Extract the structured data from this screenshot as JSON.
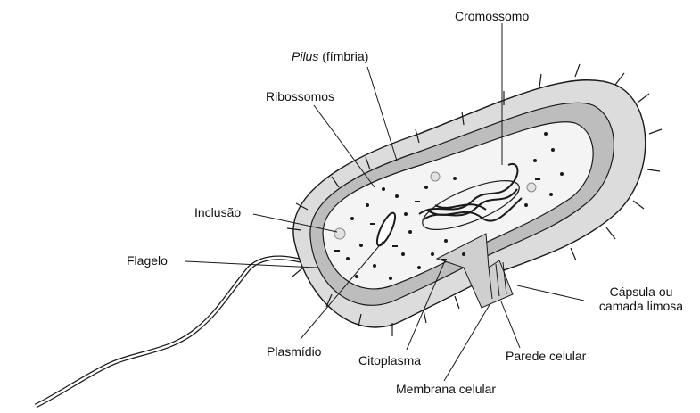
{
  "labels": {
    "cromossomo": "Cromossomo",
    "pilus_italic": "Pilus",
    "pilus_rest": " (fímbria)",
    "ribossomos": "Ribossomos",
    "inclusao": "Inclusão",
    "flagelo": "Flagelo",
    "capsula_line1": "Cápsula ou",
    "capsula_line2": "camada limosa",
    "plasmidio": "Plasmídio",
    "citoplasma": "Citoplasma",
    "parede": "Parede celular",
    "membrana": "Membrana celular"
  },
  "colors": {
    "ink": "#1a1a1a",
    "capsule_fill": "#dcdcdc",
    "cytoplasm_fill": "#f4f4f4",
    "wall_fill": "#bdbdbd"
  }
}
